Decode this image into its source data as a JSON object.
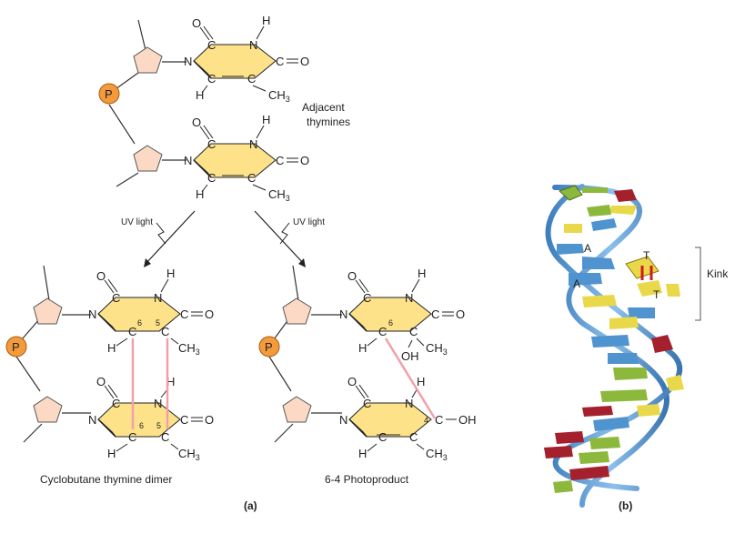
{
  "labels": {
    "adjacent_line1": "Adjacent",
    "adjacent_line2": "thymines",
    "uv_left": "UV light",
    "uv_right": "UV light",
    "caption_left": "Cyclobutane thymine dimer",
    "caption_right": "6-4 Photoproduct",
    "panel_a": "(a)",
    "panel_b": "(b)",
    "kink": "Kink",
    "base_A1": "A",
    "base_A2": "A",
    "base_T1": "T",
    "base_T2": "T"
  },
  "atoms": {
    "C": "C",
    "N": "N",
    "O": "O",
    "H": "H",
    "P": "P",
    "CH": "CH",
    "three": "3",
    "OH": "OH",
    "pos6": "6",
    "pos5": "5",
    "pos4": "4"
  },
  "colors": {
    "ring_fill": "#fde28a",
    "sugar_fill": "#fbd9c4",
    "phosphate_fill": "#f39b3c",
    "bond_pink": "#f2a0a8",
    "backbone_blue": "#5b9bd5",
    "base_yellow": "#e9d84a",
    "base_green": "#8cb83c",
    "base_red": "#a3202c",
    "base_blue": "#4f93cf",
    "kink_red": "#d01818"
  }
}
